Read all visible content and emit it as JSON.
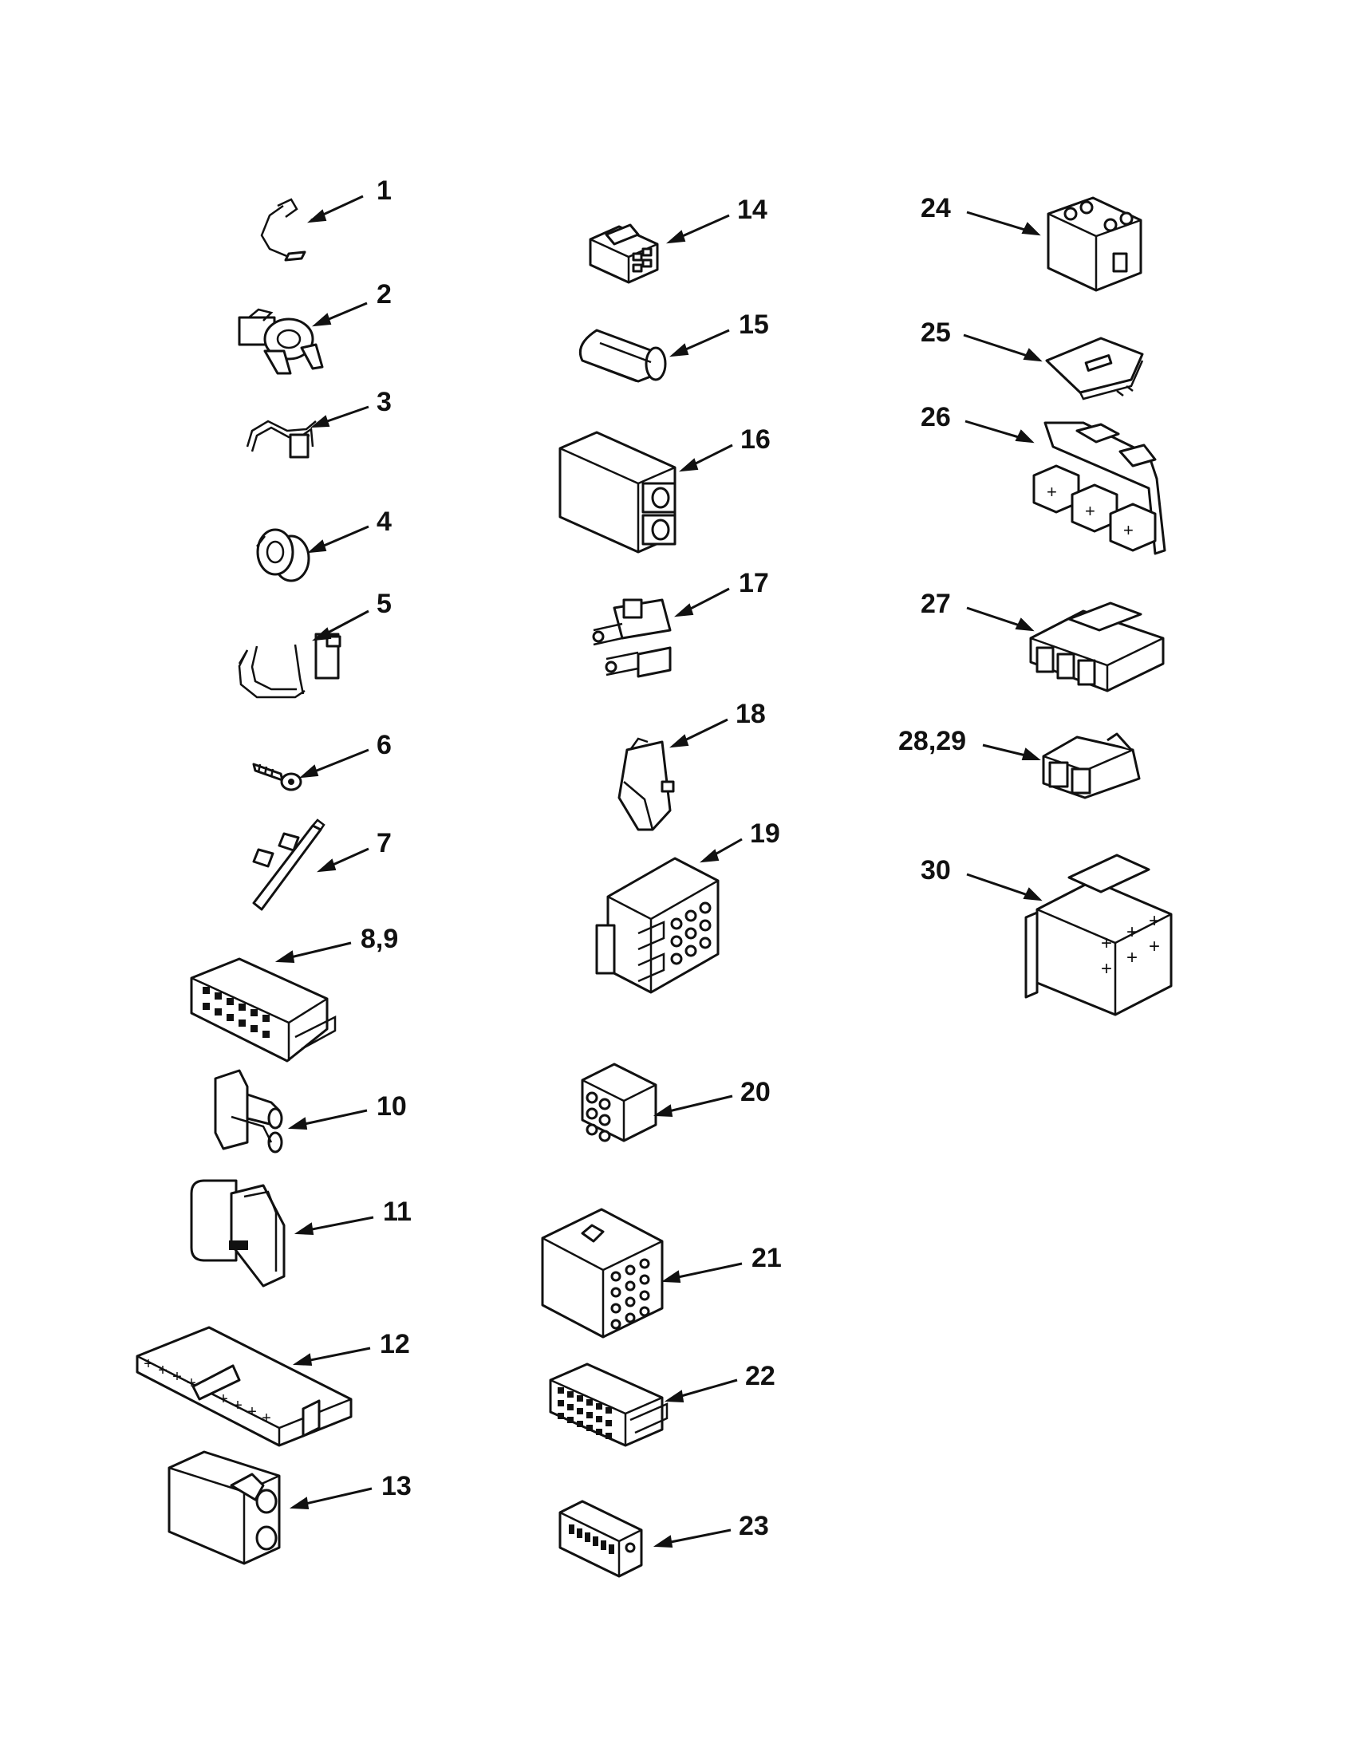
{
  "diagram": {
    "type": "exploded-parts-illustration",
    "ink_color": "#111111",
    "background_color": "#ffffff",
    "callouts": [
      {
        "label": "1"
      },
      {
        "label": "2"
      },
      {
        "label": "3"
      },
      {
        "label": "4"
      },
      {
        "label": "5"
      },
      {
        "label": "6"
      },
      {
        "label": "7"
      },
      {
        "label": "8,9"
      },
      {
        "label": "10"
      },
      {
        "label": "11"
      },
      {
        "label": "12"
      },
      {
        "label": "13"
      },
      {
        "label": "14"
      },
      {
        "label": "15"
      },
      {
        "label": "16"
      },
      {
        "label": "17"
      },
      {
        "label": "18"
      },
      {
        "label": "19"
      },
      {
        "label": "20"
      },
      {
        "label": "21"
      },
      {
        "label": "22"
      },
      {
        "label": "23"
      },
      {
        "label": "24"
      },
      {
        "label": "25"
      },
      {
        "label": "26"
      },
      {
        "label": "27"
      },
      {
        "label": "28,29"
      },
      {
        "label": "30"
      }
    ]
  }
}
